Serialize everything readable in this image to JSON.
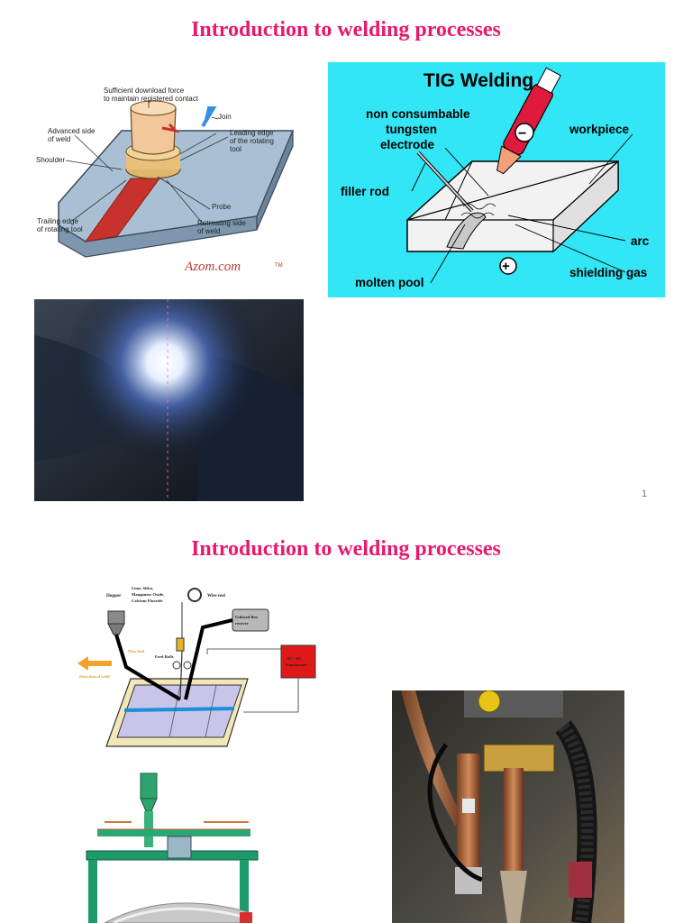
{
  "colors": {
    "title": "#e8186e",
    "tig_bg": "#33e6f5"
  },
  "slide1": {
    "title": "Introduction to welding processes",
    "page_number": "1",
    "fsw": {
      "download_force": "Sufficient download force",
      "registered_contact": "to maintain registered contact",
      "join": "Join",
      "advanced_side_1": "Advanced side",
      "advanced_side_2": "of weld",
      "leading_edge_1": "Leading edge",
      "leading_edge_2": "of the rotating",
      "leading_edge_3": "tool",
      "shoulder": "Shoulder",
      "probe": "Probe",
      "trailing_edge_1": "Trailing edge",
      "trailing_edge_2": "of rotating tool",
      "retreating_side_1": "Retreating side",
      "retreating_side_2": "of weld",
      "logo": "Azom.com",
      "logo_tm": "TM"
    },
    "tig": {
      "title": "TIG Welding",
      "electrode_1": "non consumbable",
      "electrode_2": "tungsten",
      "electrode_3": "electrode",
      "workpiece": "workpiece",
      "filler_rod": "filler rod",
      "arc": "arc",
      "shielding_gas": "shielding gas",
      "molten_pool": "molten pool",
      "minus": "−",
      "plus": "+"
    }
  },
  "slide2": {
    "title": "Introduction to welding processes",
    "saw": {
      "hopper": "Hopper",
      "flux_comp_1": "Lime, Silica,",
      "flux_comp_2": "Manganese Oxide,",
      "flux_comp_3": "Calcium Fluoride",
      "wire_reel": "Wire reel",
      "unfused_1": "Unfused flux",
      "unfused_2": "recover",
      "flux_feed": "Flux feed",
      "feed_rolls": "Feed Rolls",
      "direction": "Direction of weld",
      "transformer_1": "AC / DC",
      "transformer_2": "Transformer"
    }
  }
}
